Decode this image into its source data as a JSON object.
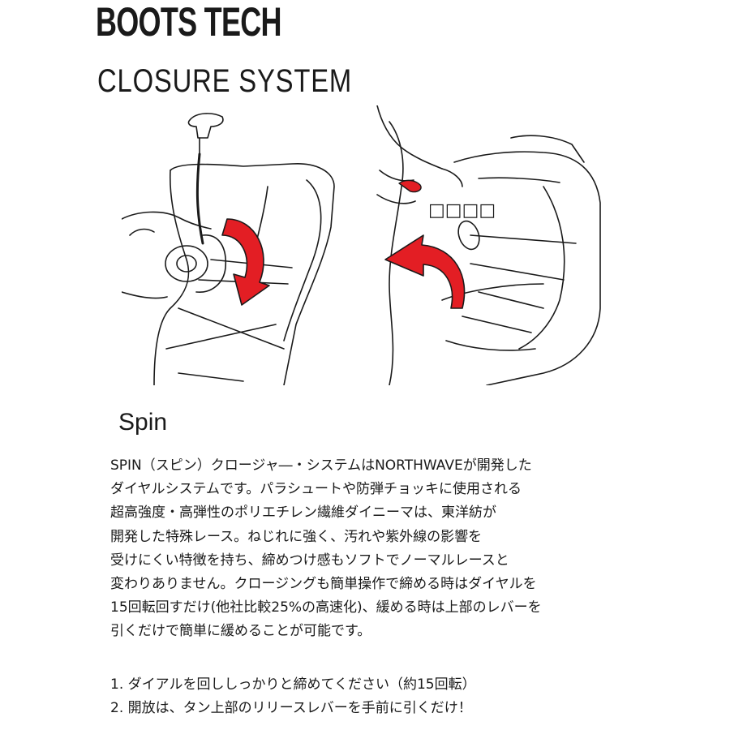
{
  "header": {
    "brand": "BOOTS TECH",
    "section": "CLOSURE SYSTEM"
  },
  "illustration": {
    "boxes_label": "□□□□",
    "arrow_color": "#e31e24",
    "line_color": "#1a1a1a",
    "left_icon": "dial-tightening-illustration",
    "right_icon": "lever-release-illustration"
  },
  "product": {
    "name": "Spin"
  },
  "description": {
    "lines": [
      "SPIN（スピン）クロージャ―・システムはNORTHWAVEが開発した",
      "ダイヤルシステムです。パラシュートや防弾チョッキに使用される",
      "超高強度・高弾性のポリエチレン繊維ダイニーマは、東洋紡が",
      "開発した特殊レース。ねじれに強く、汚れや紫外線の影響を",
      "受けにくい特徴を持ち、締めつけ感もソフトでノーマルレースと",
      "変わりありません。クロージングも簡単操作で締める時はダイヤルを",
      "15回転回すだけ(他社比較25%の高速化)、緩める時は上部のレバーを",
      "引くだけで簡単に緩めることが可能です。"
    ]
  },
  "steps": {
    "lines": [
      "1. ダイアルを回ししっかりと締めてください（約15回転）",
      "2. 開放は、タン上部のリリースレバーを手前に引くだけ！"
    ]
  }
}
